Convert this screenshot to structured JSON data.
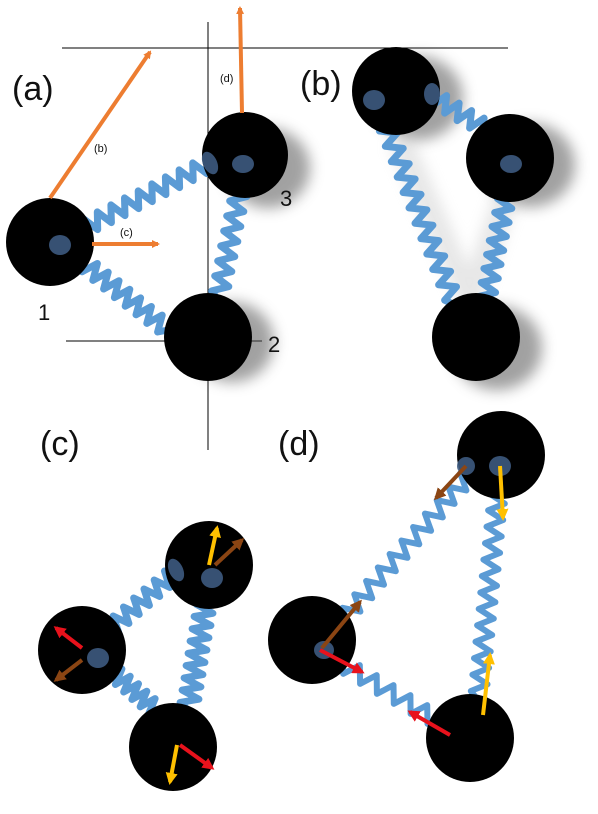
{
  "panels": {
    "a": {
      "label": "(a)"
    },
    "b": {
      "label": "(b)"
    },
    "c": {
      "label": "(c)"
    },
    "d": {
      "label": "(d)"
    }
  },
  "particles": {
    "one": "1",
    "two": "2",
    "three": "3"
  },
  "arrows": {
    "b": "(b)",
    "c": "(c)",
    "d": "(d)"
  },
  "colors": {
    "particle": "#000000",
    "spring": "#5b9bd5",
    "orange_arrow": "#ed7d31",
    "red_arrow": "#e8121c",
    "brown_arrow": "#8b4513",
    "yellow_arrow": "#ffc000"
  }
}
